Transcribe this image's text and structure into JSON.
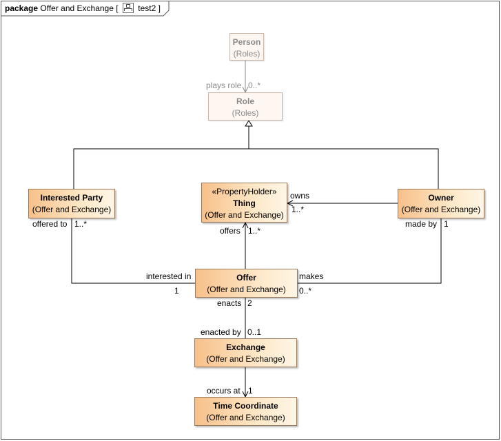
{
  "header": {
    "keyword": "package",
    "name": "Offer and Exchange",
    "open_bracket": "[",
    "diagram_icon": "class-diagram-icon",
    "diagram_name": "test2",
    "close_bracket": "]"
  },
  "classes": {
    "person": {
      "name": "Person",
      "package": "(Roles)"
    },
    "role": {
      "name": "Role",
      "package": "(Roles)"
    },
    "interested_party": {
      "name": "Interested Party",
      "package": "(Offer and Exchange)"
    },
    "thing": {
      "stereotype": "«PropertyHolder»",
      "name": "Thing",
      "package": "(Offer and Exchange)"
    },
    "owner": {
      "name": "Owner",
      "package": "(Offer and Exchange)"
    },
    "offer": {
      "name": "Offer",
      "package": "(Offer and Exchange)"
    },
    "exchange": {
      "name": "Exchange",
      "package": "(Offer and Exchange)"
    },
    "time_coordinate": {
      "name": "Time Coordinate",
      "package": "(Offer and Exchange)"
    }
  },
  "labels": {
    "plays_role": "plays role",
    "plays_role_mult": "0..*",
    "owns": "owns",
    "owns_mult": "1..*",
    "offered_to": "offered to",
    "offered_to_mult": "1..*",
    "offers": "offers",
    "offers_mult": "1..*",
    "made_by": "made by",
    "made_by_mult": "1",
    "interested_in": "interested in",
    "interested_in_mult": "1",
    "makes": "makes",
    "makes_mult": "0..*",
    "enacts": "enacts",
    "enacts_mult": "2",
    "enacted_by": "enacted by",
    "enacted_by_mult": "0..1",
    "occurs_at": "occurs at",
    "occurs_at_mult": "1"
  },
  "colors": {
    "class_fill_start": "#f7c08a",
    "class_fill_end": "#fff6e6",
    "class_border": "#9a7a5a",
    "faded_fill": "#fdf6f1",
    "faded_text": "#8a8a8a",
    "line": "#000000"
  }
}
